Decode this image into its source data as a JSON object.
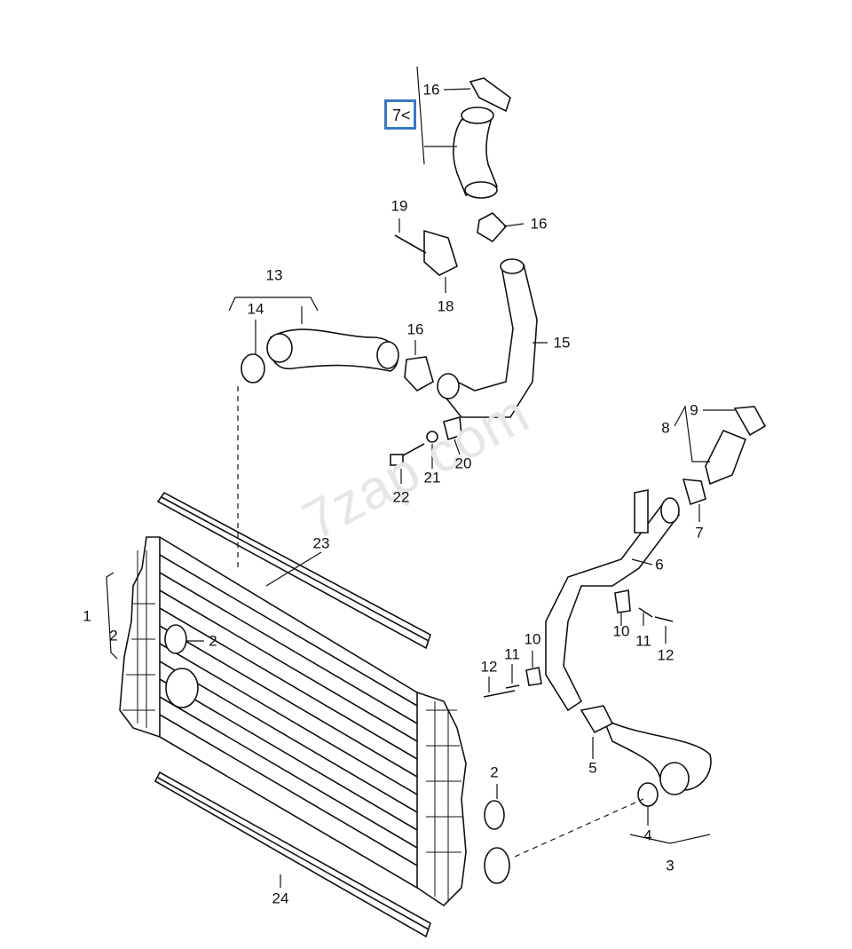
{
  "watermark": "7zap.com",
  "highlight": {
    "label": "7<",
    "color": "#3b78c3"
  },
  "callouts": [
    {
      "id": "c16a",
      "text": "16"
    },
    {
      "id": "c16b",
      "text": "16"
    },
    {
      "id": "c19",
      "text": "19"
    },
    {
      "id": "c18",
      "text": "18"
    },
    {
      "id": "c15",
      "text": "15"
    },
    {
      "id": "c13",
      "text": "13"
    },
    {
      "id": "c14",
      "text": "14"
    },
    {
      "id": "c16c",
      "text": "16"
    },
    {
      "id": "c22",
      "text": "22"
    },
    {
      "id": "c21",
      "text": "21"
    },
    {
      "id": "c20",
      "text": "20"
    },
    {
      "id": "c9",
      "text": "9"
    },
    {
      "id": "c8",
      "text": "8"
    },
    {
      "id": "c7",
      "text": "7"
    },
    {
      "id": "c6",
      "text": "6"
    },
    {
      "id": "c23",
      "text": "23"
    },
    {
      "id": "c1",
      "text": "1"
    },
    {
      "id": "c2a",
      "text": "2"
    },
    {
      "id": "c2b",
      "text": "2"
    },
    {
      "id": "c10a",
      "text": "10"
    },
    {
      "id": "c11a",
      "text": "11"
    },
    {
      "id": "c12a",
      "text": "12"
    },
    {
      "id": "c10b",
      "text": "10"
    },
    {
      "id": "c11b",
      "text": "11"
    },
    {
      "id": "c12b",
      "text": "12"
    },
    {
      "id": "c5",
      "text": "5"
    },
    {
      "id": "c2c",
      "text": "2"
    },
    {
      "id": "c4",
      "text": "4"
    },
    {
      "id": "c3",
      "text": "3"
    },
    {
      "id": "c24",
      "text": "24"
    }
  ]
}
